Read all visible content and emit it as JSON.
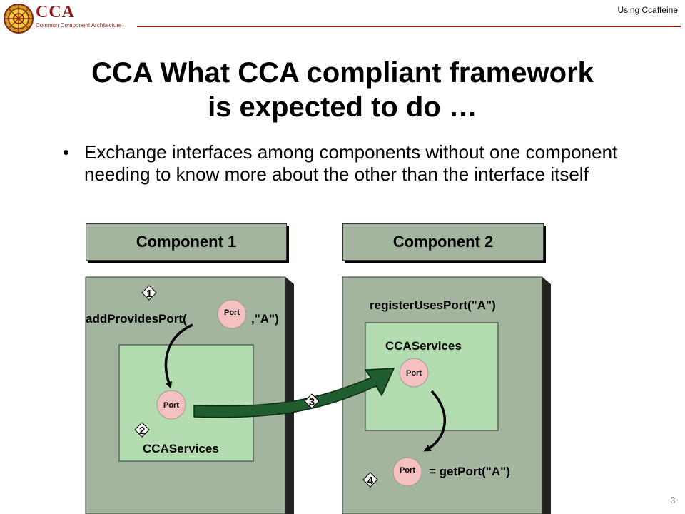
{
  "header": {
    "logo_text": "CCA",
    "logo_subtitle": "Common Component Architecture",
    "deck_title": "Using Ccaffeine"
  },
  "slide": {
    "title_line1": "CCA What CCA compliant framework",
    "title_line2": "is expected to do …",
    "bullet_symbol": "•",
    "bullet_text": "Exchange interfaces among components without one component needing to know more about the other than the interface itself",
    "page_number": "3"
  },
  "diagram": {
    "component1": {
      "label": "Component 1",
      "call_prefix": "addProvidesPort(",
      "call_suffix": ",\"A\")",
      "port_label": "Port",
      "services_label": "CCAServices",
      "inner_port_label": "Port"
    },
    "component2": {
      "label": "Component 2",
      "call": "registerUsesPort(\"A\")",
      "services_label": "CCAServices",
      "inner_port_label": "Port",
      "result_port_label": "Port",
      "result_call": "= getPort(\"A\")"
    },
    "steps": [
      "1",
      "2",
      "3",
      "4"
    ],
    "colors": {
      "outer_box": "#a3b59e",
      "inner_box": "#b3ddb0",
      "port": "#f5c0c0",
      "arrow": "#1f5c2e",
      "accent": "#8b1a1a"
    }
  }
}
